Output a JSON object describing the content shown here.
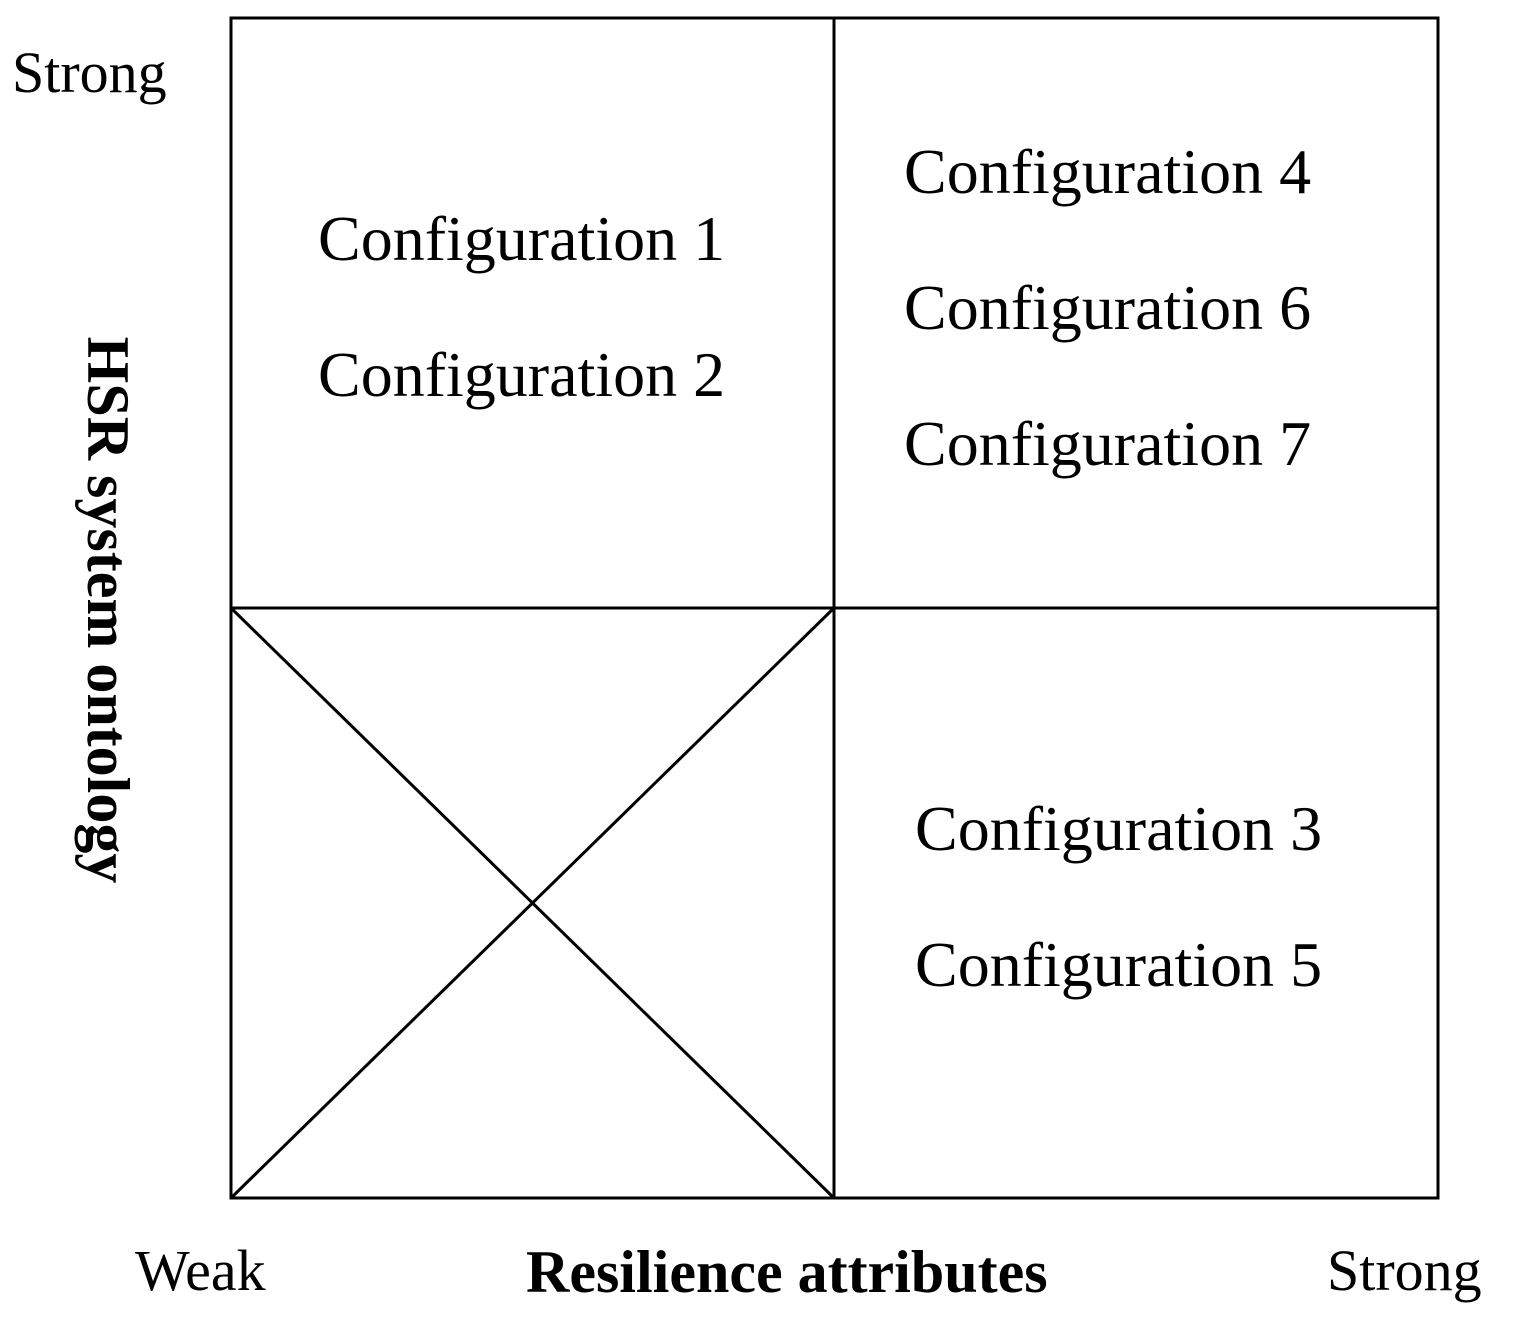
{
  "axes": {
    "x_label": "Resilience attributes",
    "y_label": "HSR system ontology",
    "x_low": "Weak",
    "x_high": "Strong",
    "y_high": "Strong"
  },
  "quadrants": {
    "top_left": [
      "Configuration 1",
      "Configuration 2"
    ],
    "top_right": [
      "Configuration 4",
      "Configuration 6",
      "Configuration 7"
    ],
    "bottom_right": [
      "Configuration 3",
      "Configuration 5"
    ],
    "bottom_left": []
  },
  "colors": {
    "line": "#000000",
    "text": "#000000",
    "background": "#ffffff"
  }
}
